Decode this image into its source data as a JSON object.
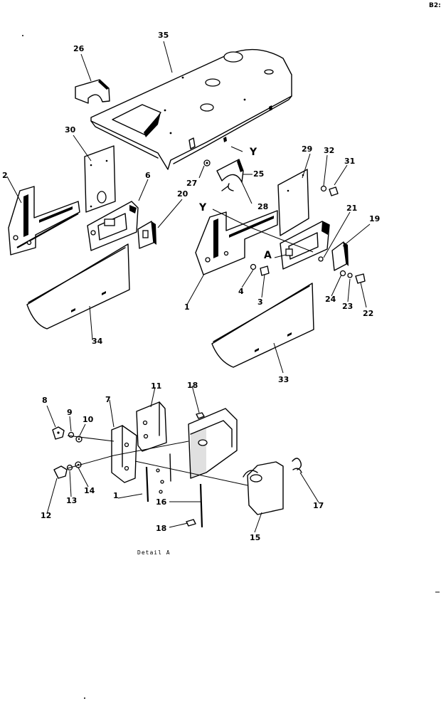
{
  "page_code": "B2:",
  "detail_caption": "Detail A",
  "callouts": {
    "c1a": "1",
    "c1b": "1",
    "c2": "2",
    "c3": "3",
    "c4": "4",
    "c6": "6",
    "c7": "7",
    "c8": "8",
    "c9": "9",
    "c10": "10",
    "c11": "11",
    "c12": "12",
    "c13": "13",
    "c14": "14",
    "c15": "15",
    "c16": "16",
    "c17": "17",
    "c18a": "18",
    "c18b": "18",
    "c19": "19",
    "c20": "20",
    "c21": "21",
    "c22": "22",
    "c23": "23",
    "c24": "24",
    "c25": "25",
    "c26": "26",
    "c27": "27",
    "c28": "28",
    "c29": "29",
    "c30": "30",
    "c31": "31",
    "c32": "32",
    "c33": "33",
    "c34": "34",
    "c35": "35",
    "yA": "Y",
    "yB": "Y",
    "refA": "A"
  }
}
